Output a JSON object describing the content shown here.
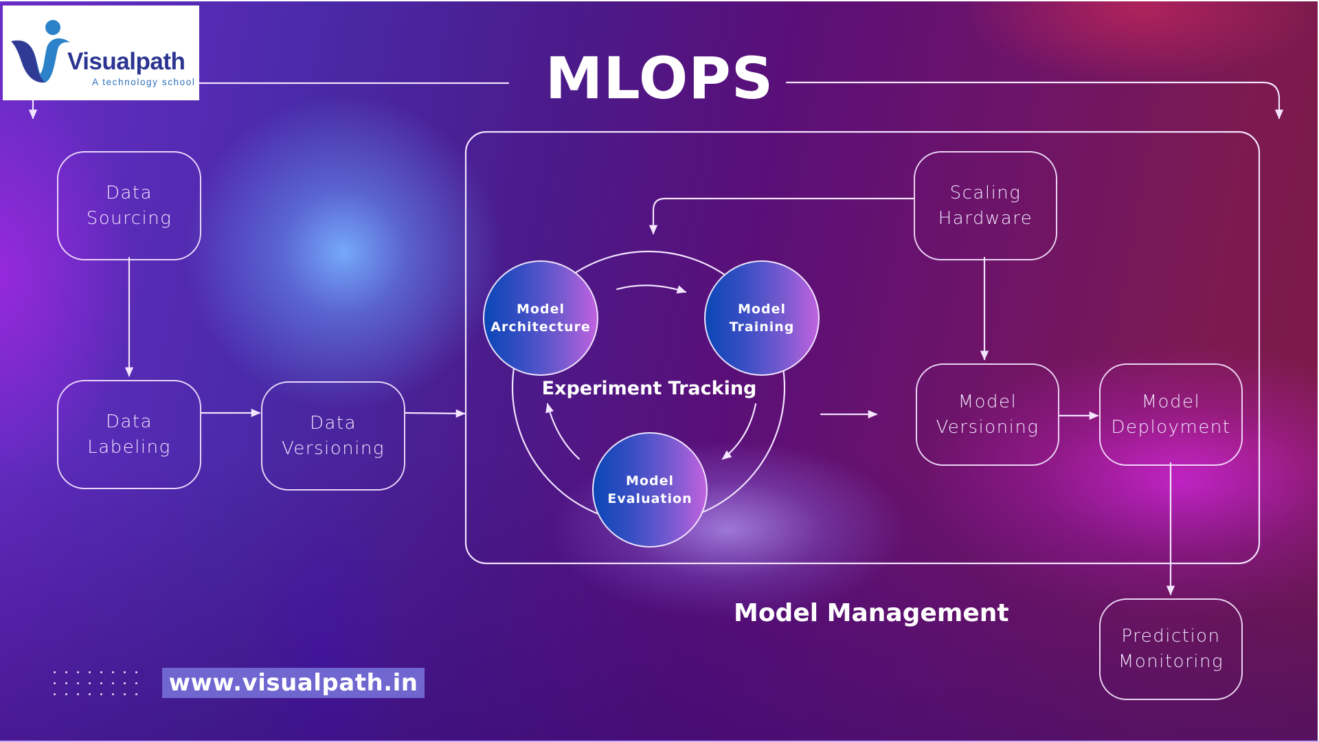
{
  "logo": {
    "name": "Visualpath",
    "tagline": "A technology school",
    "colors": {
      "dark_blue": "#2b3591",
      "light_blue": "#2b6fb8"
    }
  },
  "title": "MLOPS",
  "pipeline": {
    "data_sourcing": [
      "Data",
      "Sourcing"
    ],
    "data_labeling": [
      "Data",
      "Labeling"
    ],
    "data_versioning": [
      "Data",
      "Versioning"
    ],
    "scaling_hardware": [
      "Scaling",
      "Hardware"
    ],
    "model_versioning": [
      "Model",
      "Versioning"
    ],
    "model_deployment": [
      "Model",
      "Deployment"
    ],
    "prediction_monitoring": [
      "Prediction",
      "Monitoring"
    ]
  },
  "experiment_tracking": {
    "label": "Experiment Tracking",
    "model_architecture": [
      "Model",
      "Architecture"
    ],
    "model_training": [
      "Model",
      "Training"
    ],
    "model_evaluation": [
      "Model",
      "Evaluation"
    ]
  },
  "model_management_label": "Model Management",
  "website": "www.visualpath.in",
  "colors": {
    "line": "#f5e6ff",
    "url_box": "#6f66d0",
    "circle_gradient_start": "#0b46b6",
    "circle_gradient_end": "#c062df"
  }
}
